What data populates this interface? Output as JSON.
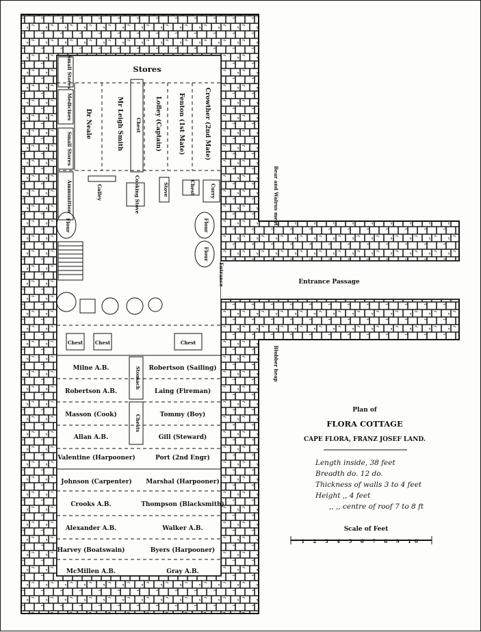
{
  "rooms": {
    "stores": "Stores"
  },
  "stores_area": {
    "small_stores_top": "Small Stores",
    "medicines": "Medicines",
    "small_stores_bottom": "Small Stores",
    "chest": "Chest",
    "bunks": [
      "Dr Neale",
      "Mr Leigh Smith",
      "Lofley (Captain)",
      "Fenton (1st Mate)",
      "Crowther (2nd Mate)"
    ]
  },
  "fixtures": {
    "ammunition": "Ammunition",
    "galley": "Galley",
    "cooking_stove": "Cooking Stove",
    "stove": "Stove",
    "chest": "Chest",
    "chests": "Chests",
    "stomach": "Stomach",
    "curry_cupboard": "Curry",
    "flour_left": "Flour",
    "flour_right_a": "Flour",
    "flour_right_b": "Flour",
    "entrance_door": "Entrance"
  },
  "crew": {
    "left": [
      "Milne A.B.",
      "Robertson A.B.",
      "Masson (Cook)",
      "Allan A.B.",
      "Valentine (Harpooner)",
      "Johnson (Carpenter)",
      "Crooks A.B.",
      "Alexander A.B.",
      "Harvey (Boatswain)",
      "McMillen A.B."
    ],
    "right": [
      "Robertson (Sailing)",
      "Laing (Fireman)",
      "Tommy (Boy)",
      "Gill (Steward)",
      "Port (2nd Engr)",
      "Marshal (Harpooner)",
      "Thompson (Blacksmith)",
      "Walker A.B.",
      "Byers (Harpooner)",
      "Gray A.B."
    ]
  },
  "labels": {
    "bear_walrus": "Bear and Walrus meat",
    "entrance_passage": "Entrance Passage",
    "blubber_heap": "Blubber heap"
  },
  "title": {
    "plan_of": "Plan of",
    "name": "FLORA COTTAGE",
    "location": "CAPE FLORA, FRANZ JOSEF LAND."
  },
  "dimensions": [
    "Length inside, 38 feet",
    "Breadth do. 12 do.",
    "Thickness of walls 3 to 4 feet",
    "Height ,, 4 feet",
    ",, ,, centre of roof 7 to 8 ft"
  ],
  "scale": {
    "title": "Scale of Feet",
    "ticks": "1 2 3 4 5 6 7 8 9 10"
  }
}
